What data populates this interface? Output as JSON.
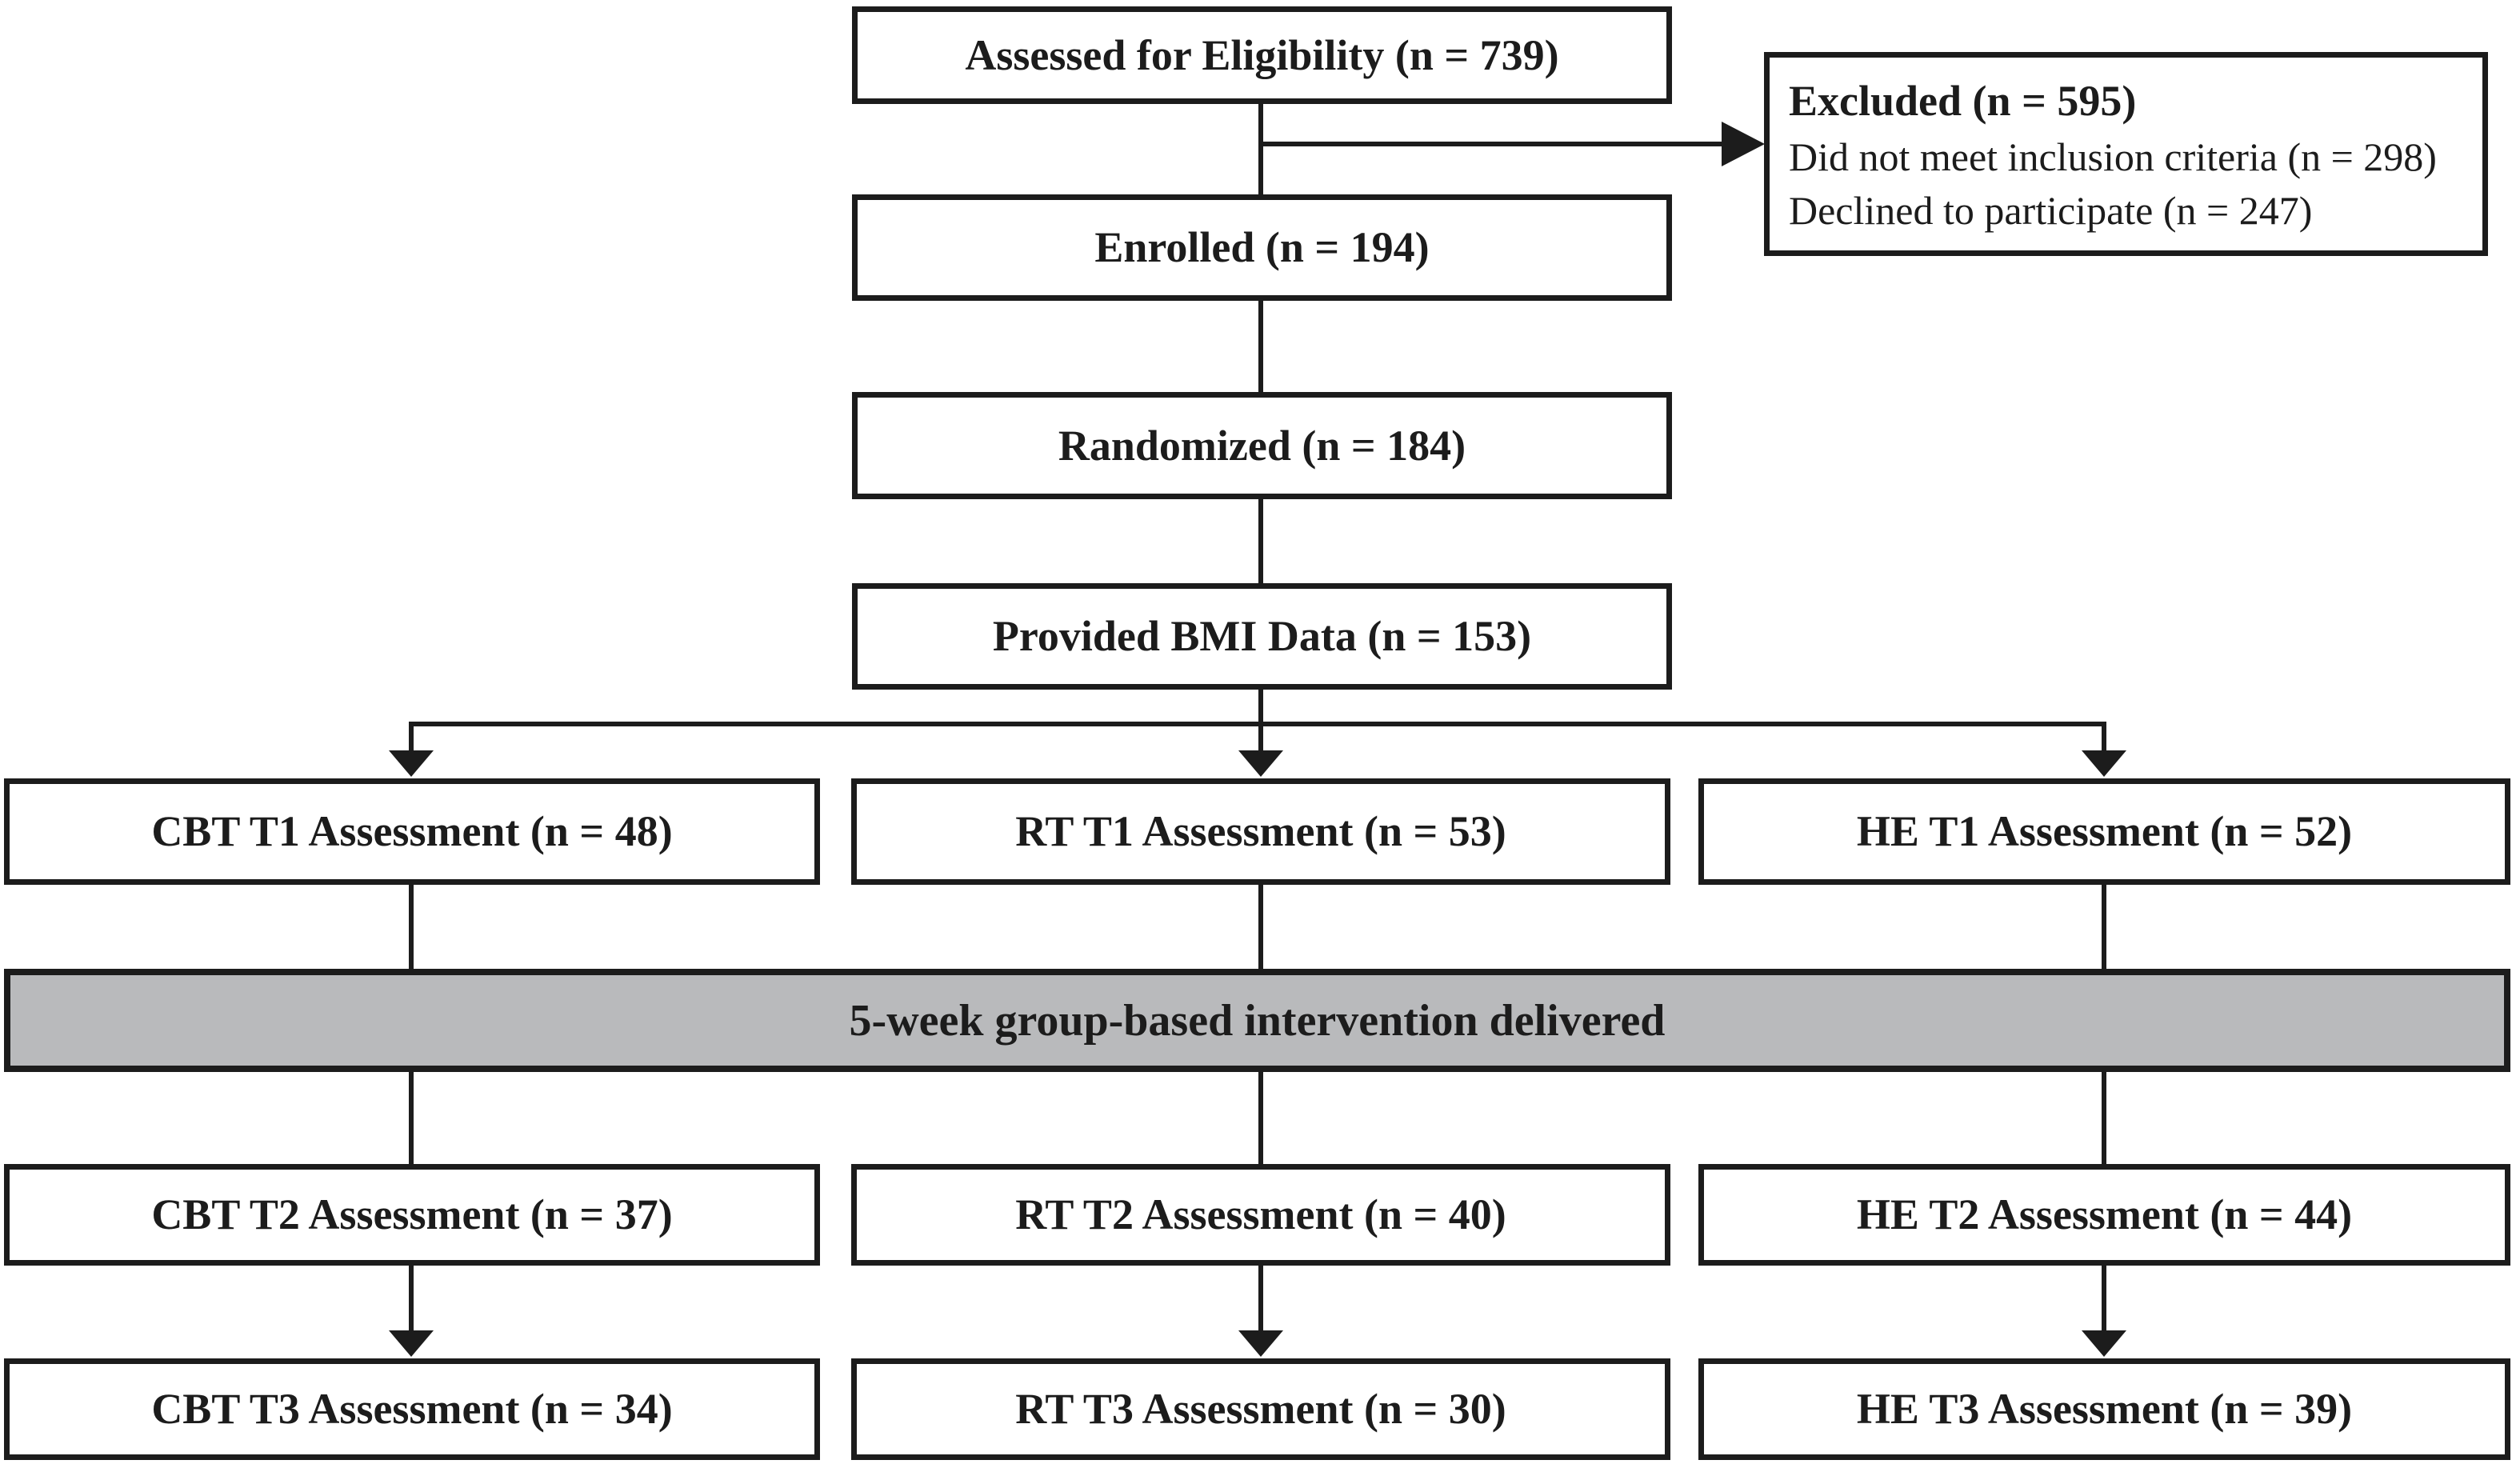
{
  "diagram_type": "participant-flow-diagram",
  "boxes": {
    "assessed": {
      "label": "Assessed for Eligibility (n = 739)"
    },
    "excluded": {
      "title": "Excluded (n = 595)",
      "reasons": [
        "Did not meet inclusion criteria (n = 298)",
        "Declined to participate (n = 247)"
      ]
    },
    "enrolled": {
      "label": "Enrolled (n = 194)"
    },
    "randomized": {
      "label": "Randomized (n = 184)"
    },
    "provided_bmi": {
      "label": "Provided BMI Data (n = 153)"
    },
    "t1": [
      {
        "label": "CBT T1 Assessment (n = 48)"
      },
      {
        "label": "RT T1 Assessment (n = 53)"
      },
      {
        "label": "HE T1 Assessment (n = 52)"
      }
    ],
    "intervention": {
      "label": "5-week group-based intervention delivered"
    },
    "t2": [
      {
        "label": "CBT T2 Assessment (n = 37)"
      },
      {
        "label": "RT T2 Assessment (n = 40)"
      },
      {
        "label": "HE T2 Assessment (n = 44)"
      }
    ],
    "t3": [
      {
        "label": "CBT T3 Assessment (n = 34)"
      },
      {
        "label": "RT T3 Assessment (n = 30)"
      },
      {
        "label": "HE T3 Assessment (n = 39)"
      }
    ]
  },
  "colors": {
    "line": "#1c1c1c",
    "box_background": "#ffffff",
    "intervention_band_fill": "#b9babc"
  }
}
